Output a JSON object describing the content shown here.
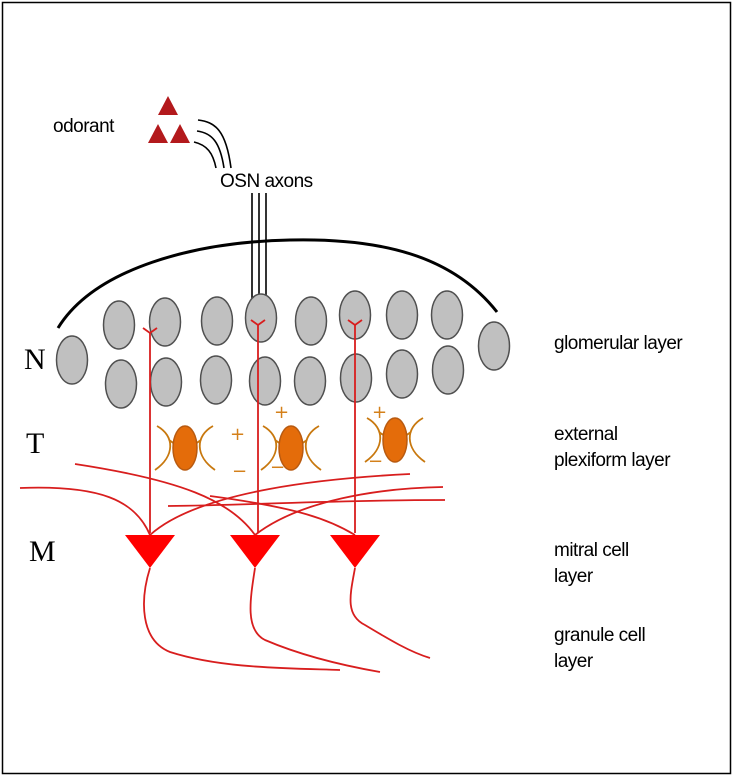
{
  "labels": {
    "odorant": "odorant",
    "osn_axons": "OSN axons",
    "glomerular_layer": "glomerular layer",
    "external_plexiform_line1": "external",
    "external_plexiform_line2": "plexiform layer",
    "mitral_cell_line1": "mitral cell",
    "mitral_cell_line2": "layer",
    "granule_cell_line1": "granule cell",
    "granule_cell_line2": "layer",
    "N": "N",
    "T": "T",
    "M": "M"
  },
  "signs": {
    "plus": "+",
    "minus": "−"
  },
  "colors": {
    "glomerulus_fill": "#c0c0c0",
    "glomerulus_stroke": "#505050",
    "odorant_fill": "#b3191c",
    "neuron": "#ff0000",
    "neuron_line": "#d81e1e",
    "tufted_fill": "#e46c0a",
    "tufted_stroke": "#b85a10",
    "tufted_dendrite": "#c8780e",
    "sign_color": "#d4801a",
    "outline": "#000000"
  }
}
